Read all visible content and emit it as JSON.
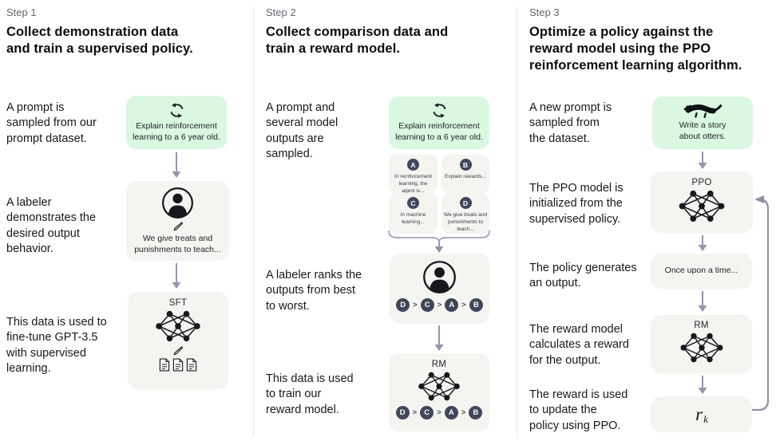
{
  "colors": {
    "prompt_box_bg": "#d9f7e1",
    "model_box_bg": "#f4f4f1",
    "badge_bg": "#40475a",
    "arrow": "#9495aa",
    "brace": "#a39dbb",
    "divider": "#e7e7e7"
  },
  "step1": {
    "step_label": "Step 1",
    "heading": "Collect demonstration data\nand train a supervised policy.",
    "captions": {
      "prompt": "A prompt is\nsampled from our\nprompt dataset.",
      "labeler": "A labeler\ndemonstrates the\ndesired output\nbehavior.",
      "finetune": "This data is used to\nfine-tune GPT-3.5\nwith supervised\nlearning."
    },
    "prompt_box": {
      "icon": "cycle-icon",
      "text": "Explain reinforcement\nlearning to a 6 year old."
    },
    "labeler_box": {
      "icons": [
        "labeler-icon",
        "pencil-icon"
      ],
      "text": "We give treats and\npunishments to teach..."
    },
    "sft_box": {
      "label": "SFT",
      "icons": [
        "neural-network-icon",
        "pencil-icon",
        "documents-icon"
      ]
    }
  },
  "step2": {
    "step_label": "Step 2",
    "heading": "Collect comparison data and\ntrain a reward model.",
    "captions": {
      "sampled": "A prompt and\nseveral model\noutputs are\nsampled.",
      "ranks": "A labeler ranks the\noutputs from best\nto worst.",
      "train": "This data is used\nto train our\nreward model."
    },
    "prompt_box": {
      "icon": "cycle-icon",
      "text": "Explain reinforcement\nlearning to a 6 year old."
    },
    "outputs": [
      {
        "id": "A",
        "text": "In reinforcement\nlearning, the\nagent is..."
      },
      {
        "id": "B",
        "text": "Explain rewards..."
      },
      {
        "id": "C",
        "text": "In machine\nlearning..."
      },
      {
        "id": "D",
        "text": "We give treats and\npunishments to\nteach..."
      }
    ],
    "ranking": {
      "order": [
        "D",
        "C",
        "A",
        "B"
      ],
      "separator": ">"
    },
    "rm_box": {
      "label": "RM",
      "icon": "neural-network-icon"
    }
  },
  "step3": {
    "step_label": "Step 3",
    "heading": "Optimize a policy against the\nreward model using the PPO\nreinforcement learning algorithm.",
    "captions": {
      "new_prompt": "A new prompt is\nsampled from\nthe dataset.",
      "ppo_init": "The PPO model is\ninitialized from the\nsupervised policy.",
      "generates": "The policy generates\nan output.",
      "reward_calc": "The reward model\ncalculates a reward\nfor the output.",
      "reward_update": "The reward is used\nto update the\npolicy using PPO."
    },
    "prompt_box": {
      "icon": "otter-icon",
      "text": "Write a story\nabout otters."
    },
    "ppo_box": {
      "label": "PPO",
      "icon": "neural-network-icon"
    },
    "output_box": {
      "text": "Once upon a time..."
    },
    "rm_box": {
      "label": "RM",
      "icon": "neural-network-icon"
    },
    "reward_box": {
      "symbol": "r",
      "subscript": "k"
    }
  }
}
